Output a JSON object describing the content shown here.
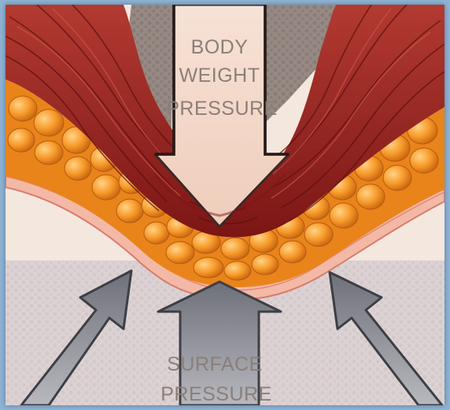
{
  "labels": {
    "body_line1": "BODY",
    "body_line2": "WEIGHT",
    "body_line3": "PRESSURE",
    "surface_line1": "SURFACE",
    "surface_line2": "PRESSURE"
  },
  "colors": {
    "background": "#f4e7de",
    "muscle": "#8e1d1b",
    "muscle_highlight": "#c2443a",
    "fat": "#f08a1a",
    "fat_highlight": "#ffc067",
    "skin": "#f3b9a6",
    "skin_line": "#d97b6b",
    "surface": "#dcd2d4",
    "body_arrow_fill": "#f2d7c8",
    "body_arrow_edge": "#3b2a25",
    "surface_arrow_fill": "#8e8f96",
    "surface_arrow_edge": "#3e3f45",
    "frame": "#8fb3d3"
  },
  "icons": [
    "body-weight-arrow-icon",
    "surface-pressure-arrow-icon"
  ]
}
